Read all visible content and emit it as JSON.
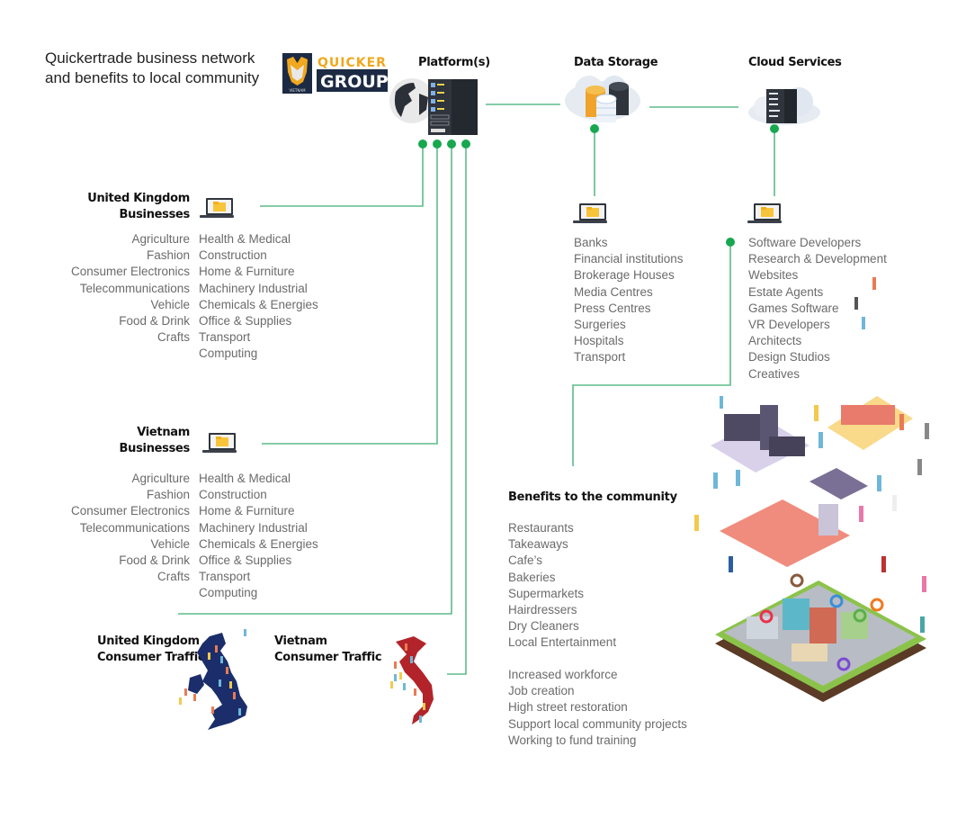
{
  "title": {
    "line1": "Quickertrade business network",
    "line2": "and benefits to local community"
  },
  "logo": {
    "top_text": "QUICKER",
    "bottom_text": "GROUP",
    "badge_text": "VIETNAM",
    "colors": {
      "navy": "#1c2a44",
      "orange": "#f0a81e"
    }
  },
  "nodes": {
    "platform": {
      "label": "Platform(s)",
      "icon": "server-globe-icon"
    },
    "data_storage": {
      "label": "Data Storage",
      "icon": "database-cloud-icon"
    },
    "cloud_services": {
      "label": "Cloud Services",
      "icon": "server-cloud-icon"
    }
  },
  "uk_businesses": {
    "heading_line1": "United Kingdom",
    "heading_line2": "Businesses",
    "left": [
      "Agriculture",
      "Fashion",
      "Consumer Electronics",
      "Telecommunications",
      "Vehicle",
      "Food & Drink",
      "Crafts"
    ],
    "right": [
      "Health & Medical",
      "Construction",
      "Home & Furniture",
      "Machinery Industrial",
      "Chemicals & Energies",
      "Office & Supplies",
      "Transport",
      "Computing"
    ]
  },
  "vn_businesses": {
    "heading_line1": "Vietnam",
    "heading_line2": "Businesses",
    "left": [
      "Agriculture",
      "Fashion",
      "Consumer Electronics",
      "Telecommunications",
      "Vehicle",
      "Food & Drink",
      "Crafts"
    ],
    "right": [
      "Health & Medical",
      "Construction",
      "Home & Furniture",
      "Machinery Industrial",
      "Chemicals & Energies",
      "Office & Supplies",
      "Transport",
      "Computing"
    ]
  },
  "data_storage_list": [
    "Banks",
    "Financial institutions",
    "Brokerage Houses",
    "Media Centres",
    "Press Centres",
    "Surgeries",
    "Hospitals",
    "Transport"
  ],
  "cloud_services_list": [
    "Software Developers",
    "Research & Development",
    "Websites",
    "Estate Agents",
    "Games Software",
    "VR Developers",
    "Architects",
    "Design Studios",
    "Creatives"
  ],
  "uk_traffic": {
    "line1": "United Kingdom",
    "line2": "Consumer Traffic",
    "map_color": "#1b2e6b"
  },
  "vn_traffic": {
    "line1": "Vietnam",
    "line2": "Consumer Traffic",
    "map_color": "#b3232a"
  },
  "benefits": {
    "heading": "Benefits to the community",
    "businesses": [
      "Restaurants",
      "Takeaways",
      "Cafe’s",
      "Bakeries",
      "Supermarkets",
      "Hairdressers",
      "Dry Cleaners",
      "Local Entertainment"
    ],
    "outcomes": [
      "Increased workforce",
      "Job creation",
      "High street restoration",
      "Support local community projects",
      "Working to fund training"
    ]
  },
  "colors": {
    "connector": "#5dbb8a",
    "dot": "#17a84f",
    "text_gray": "#6b6b6b"
  }
}
